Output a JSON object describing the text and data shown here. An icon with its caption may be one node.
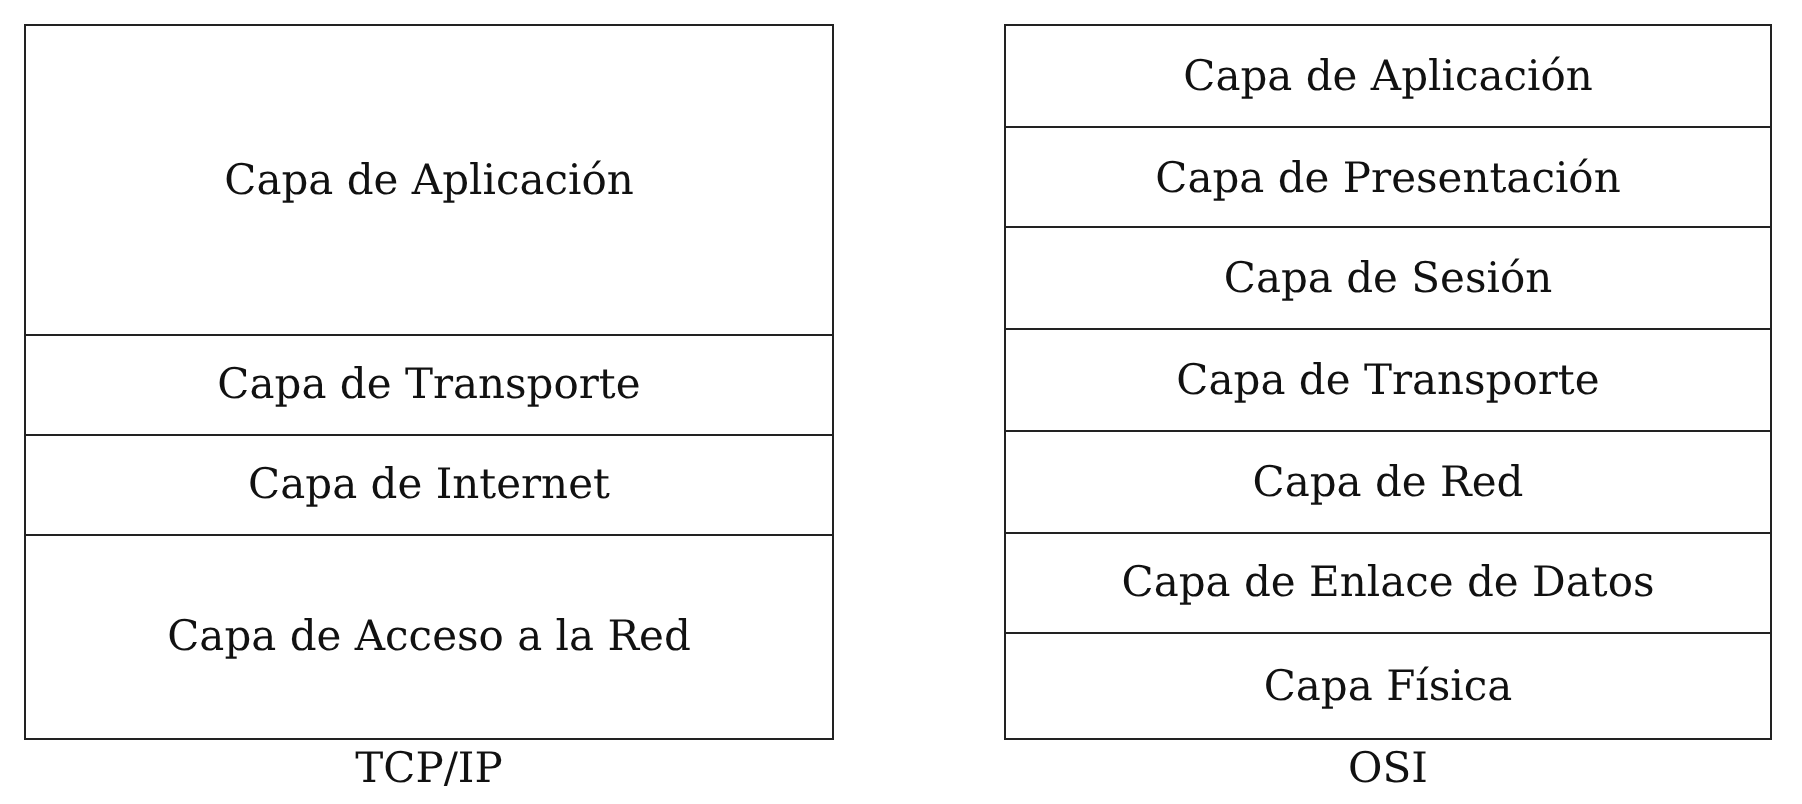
{
  "diagram": {
    "nodes": [
      {
        "text": [
          "TCP/IP"
        ]
      },
      {
        "text": [
          "Capa de Aplicación"
        ],
        "in": 0
      },
      {
        "text": [
          "Capa de Transporte"
        ],
        "in": 0
      },
      {
        "text": [
          "Capa de Internet"
        ],
        "in": 0
      },
      {
        "text": [
          "Capa de Acceso a la Red"
        ],
        "in": 0
      },
      {
        "text": [
          "OSI"
        ]
      },
      {
        "text": [
          "Capa de Aplicación"
        ],
        "in": 5
      },
      {
        "text": [
          "Capa de Presentación"
        ],
        "in": 5
      },
      {
        "text": [
          "Capa de Sesión"
        ],
        "in": 5
      },
      {
        "text": [
          "Capa de Transporte"
        ],
        "in": 5
      },
      {
        "text": [
          "Capa de Red"
        ],
        "in": 5
      },
      {
        "text": [
          "Capa de Enlace de Datos"
        ],
        "in": 5
      },
      {
        "text": [
          "Capa Física"
        ],
        "in": 5
      }
    ]
  }
}
